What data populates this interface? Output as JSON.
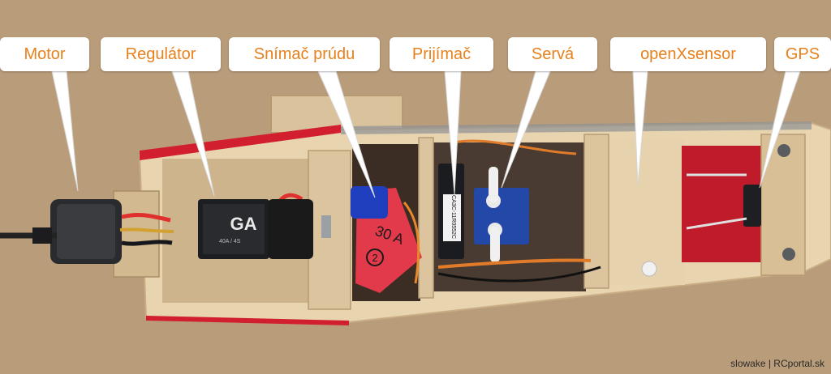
{
  "callouts": {
    "motor": "Motor",
    "regulator": "Regulátor",
    "current_sensor": "Snímač prúdu",
    "receiver": "Prijímač",
    "servos": "Servá",
    "openxsensor": "openXsensor",
    "gps": "GPS"
  },
  "component_text": {
    "esc_brand": "GA",
    "esc_spec": "40A / 4S",
    "current_sensor_rating": "30 A",
    "current_sensor_mark": "2",
    "receiver_model": "CA3C-11R0552C"
  },
  "credit": "slowake | RCportal.sk",
  "colors": {
    "callout_text": "#e8801c",
    "callout_bg": "#ffffff",
    "table": "#bfa27e",
    "balsa": "#e2cba6",
    "fuselage_red": "#d21f2e",
    "current_sensor_red": "#e23a4a"
  }
}
